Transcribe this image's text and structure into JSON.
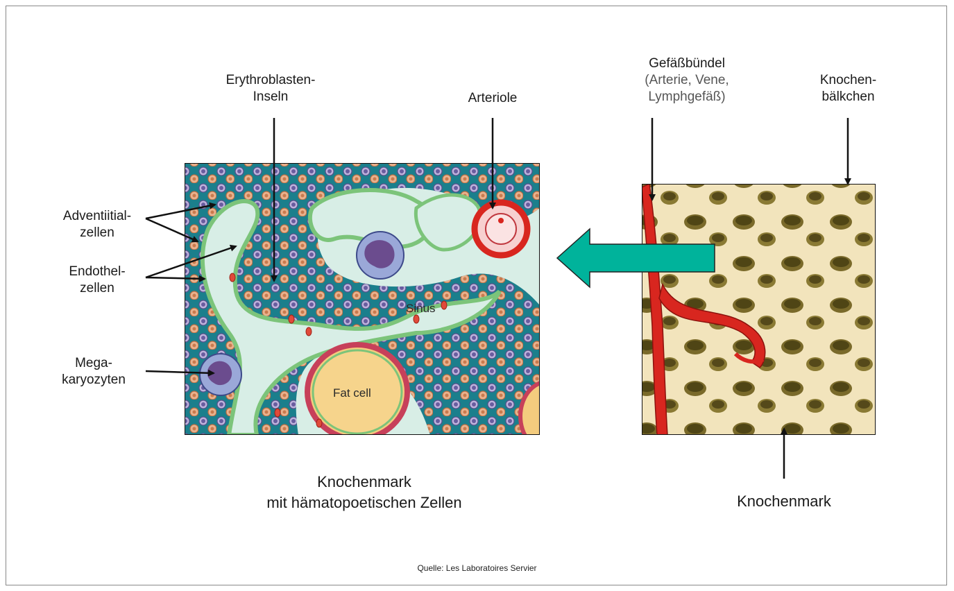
{
  "labels": {
    "erythro_line1": "Erythroblasten-",
    "erythro_line2": "Inseln",
    "arteriole": "Arteriole",
    "gefaess": "Gefäßbündel",
    "gefaess_sub1": "(Arterie, Vene,",
    "gefaess_sub2": "Lymphgefäß)",
    "knochenb_line1": "Knochen-",
    "knochenb_line2": "bälkchen",
    "advent_line1": "Adventiitial-",
    "advent_line2": "zellen",
    "endo_line1": "Endothel-",
    "endo_line2": "zellen",
    "mega_line1": "Mega-",
    "mega_line2": "karyozyten",
    "sinus": "Sinus",
    "fat_cell": "Fat cell"
  },
  "captions": {
    "left_line1": "Knochenmark",
    "left_line2": "mit hämatopoetischen Zellen",
    "right": "Knochenmark"
  },
  "source": "Quelle: Les Laboratoires Servier",
  "colors": {
    "arrow_fill": "#00b39b",
    "stroma": "#1b7f8c",
    "endothel": "#7cc47a",
    "sinus_bg": "#d8eee6",
    "bone": "#f2e4bc",
    "marrow_cavity": "#7a6a2a",
    "vessel": "#d8261f"
  }
}
